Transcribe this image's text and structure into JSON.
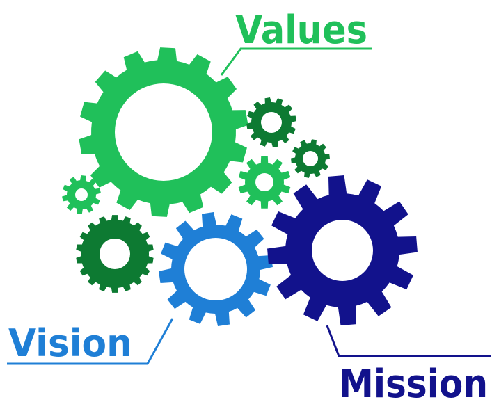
{
  "labels": {
    "values": "Values",
    "vision": "Vision",
    "mission": "Mission"
  },
  "colors": {
    "background": "#ffffff",
    "values_green": "#20c05a",
    "dark_green": "#0d7a32",
    "vision_blue": "#1f7fd6",
    "mission_navy": "#12128c"
  },
  "gears": [
    {
      "name": "values-gear",
      "color": "values_green",
      "teeth": 14
    },
    {
      "name": "small-dark-green-gear-top",
      "color": "dark_green",
      "teeth": 12
    },
    {
      "name": "small-dark-green-gear-right",
      "color": "dark_green",
      "teeth": 10
    },
    {
      "name": "small-green-gear-middle",
      "color": "values_green",
      "teeth": 10
    },
    {
      "name": "small-green-gear-left",
      "color": "values_green",
      "teeth": 10
    },
    {
      "name": "dark-green-gear-large",
      "color": "dark_green",
      "teeth": 18
    },
    {
      "name": "vision-gear",
      "color": "vision_blue",
      "teeth": 12
    },
    {
      "name": "mission-gear",
      "color": "mission_navy",
      "teeth": 12
    }
  ]
}
